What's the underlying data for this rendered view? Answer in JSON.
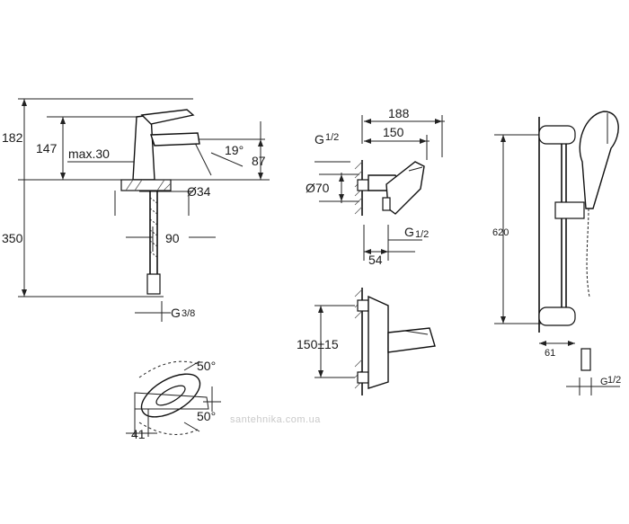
{
  "basin_mixer": {
    "dims": {
      "height_182": "182",
      "height_147": "147",
      "max_label": "max.30",
      "angle_19": "19°",
      "dim_87": "87",
      "dia_34": "Ø34",
      "len_350": "350",
      "len_90": "90",
      "thread": "G",
      "thread_frac": "3/8"
    }
  },
  "top_view": {
    "dims": {
      "angle_top": "50°",
      "angle_bottom": "50°",
      "dim_41": "41"
    }
  },
  "shower_mixer": {
    "dims": {
      "dim_188": "188",
      "dim_150": "150",
      "thread_top": "G",
      "thread_top_frac": "1/2",
      "dia_70": "Ø70",
      "thread_bottom": "G",
      "thread_bottom_frac": "1/2",
      "dim_54": "54",
      "spacing": "150±15"
    }
  },
  "shower_rail": {
    "dims": {
      "height_620": "620",
      "dim_61": "61",
      "thread": "G",
      "thread_frac": "1/2"
    }
  },
  "watermark": "santehnika.com.ua",
  "colors": {
    "line": "#222222",
    "text": "#1a1a1a",
    "watermark": "#c9c9c9"
  }
}
